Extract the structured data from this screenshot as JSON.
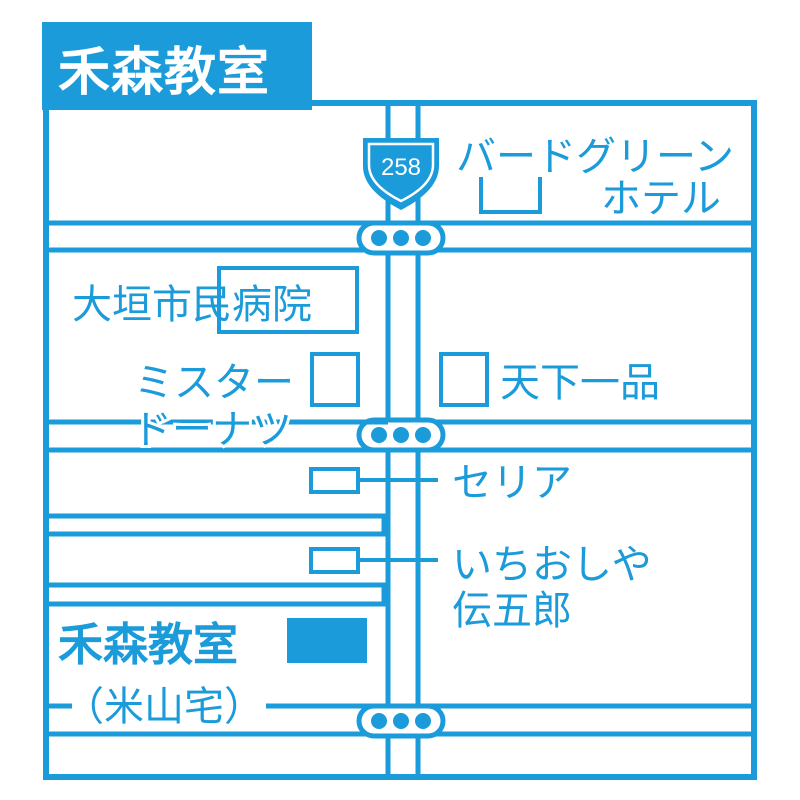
{
  "colors": {
    "line": "#1b9bd9",
    "fill": "#ffffff",
    "accent": "#1b9bd9"
  },
  "header": {
    "title": "禾森教室"
  },
  "route": {
    "number": "258"
  },
  "landmarks": {
    "bird_green": {
      "line1": "バードグリーン",
      "line2": "ホテル"
    },
    "hospital": "大垣市民病院",
    "misdo": {
      "line1": "ミスター",
      "line2": "ドーナツ"
    },
    "tenkaippin": "天下一品",
    "seria": "セリア",
    "ichioshiya": {
      "line1": "いちおしや",
      "line2": "伝五郎"
    }
  },
  "destination": {
    "name": "禾森教室",
    "sub": "（米山宅）"
  },
  "icons": {
    "traffic": "traffic-light-icon",
    "shield": "route-shield-icon",
    "marker": "destination-marker-icon"
  }
}
